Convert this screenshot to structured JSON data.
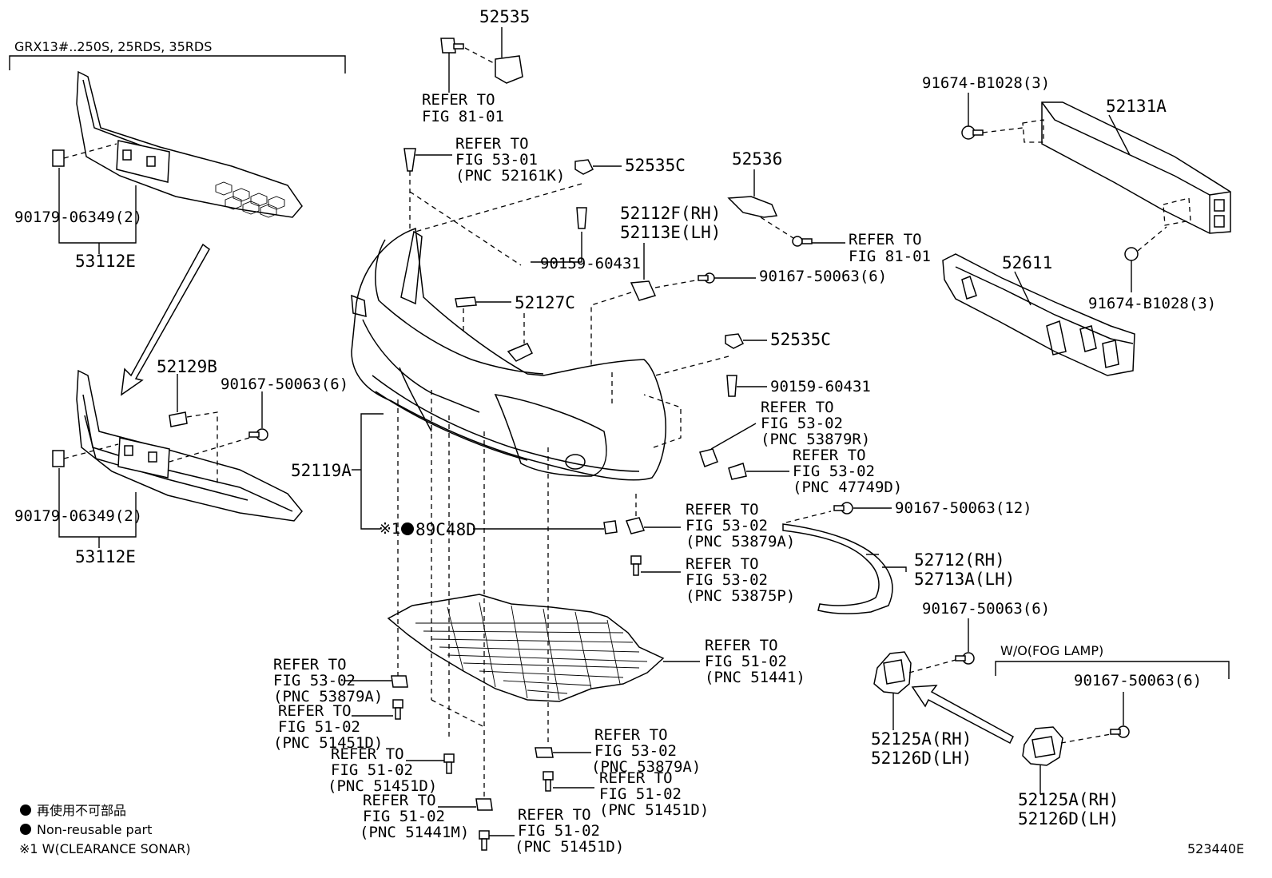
{
  "variant_label": "GRX13#..250S, 25RDS, 35RDS",
  "refers": {
    "r1": [
      "REFER TO",
      "FIG 81-01"
    ],
    "r2": [
      "REFER TO",
      "FIG 53-01",
      "(PNC 52161K)"
    ],
    "r3": [
      "REFER TO",
      "FIG 81-01"
    ],
    "r4": [
      "REFER TO",
      "FIG 53-02",
      "(PNC 53879R)"
    ],
    "r5": [
      "REFER TO",
      "FIG 53-02",
      "(PNC 47749D)"
    ],
    "r6": [
      "REFER TO",
      "FIG 53-02",
      "(PNC 53879A)"
    ],
    "r7": [
      "REFER TO",
      "FIG 53-02",
      "(PNC 53875P)"
    ],
    "r8": [
      "REFER TO",
      "FIG 51-02",
      "(PNC 51441)"
    ],
    "r9": [
      "REFER TO",
      "FIG 53-02",
      "(PNC 53879A)"
    ],
    "r10": [
      "REFER TO",
      "FIG 51-02",
      "(PNC 51451D)"
    ],
    "r11": [
      "REFER TO",
      "FIG 51-02",
      "(PNC 51451D)"
    ],
    "r12": [
      "REFER TO",
      "FIG 51-02",
      "(PNC 51441M)"
    ],
    "r13": [
      "REFER TO",
      "FIG 53-02",
      "(PNC 53879A)"
    ],
    "r14": [
      "REFER TO",
      "FIG 51-02",
      "(PNC 51451D)"
    ],
    "r15": [
      "REFER TO",
      "FIG 51-02",
      "(PNC 51451D)"
    ]
  },
  "parts": {
    "p52535": "52535",
    "p52535C_a": "52535C",
    "p52535C_b": "52535C",
    "p90159_a": "90159-60431",
    "p90159_b": "90159-60431",
    "p52536": "52536",
    "p52112F": "52112F(RH)",
    "p52113E": "52113E(LH)",
    "p90167_6a": "90167-50063(6)",
    "p90167_6b": "90167-50063(6)",
    "p90167_6c": "90167-50063(6)",
    "p90167_6d": "90167-50063(6)",
    "p90167_12": "90167-50063(12)",
    "p52127C": "52127C",
    "p91674_a": "91674-B1028(3)",
    "p91674_b": "91674-B1028(3)",
    "p52131A": "52131A",
    "p52611": "52611",
    "p90179_a": "90179-06349(2)",
    "p90179_b": "90179-06349(2)",
    "p53112E_a": "53112E",
    "p53112E_b": "53112E",
    "p52129B": "52129B",
    "p52119A": "52119A",
    "p89C48D": "89C48D",
    "p52712": "52712(RH)",
    "p52713A": "52713A(LH)",
    "p52125A_a": "52125A(RH)",
    "p52126D_a": "52126D(LH)",
    "p52125A_b": "52125A(RH)",
    "p52126D_b": "52126D(LH)"
  },
  "marker_1": "※1",
  "wo_fog_lamp": "W/O(FOG LAMP)",
  "legend": {
    "jp": "再使用不可部品",
    "en": "Non-reusable part",
    "note1": "※1 W(CLEARANCE SONAR)"
  },
  "figure_id": "523440E"
}
